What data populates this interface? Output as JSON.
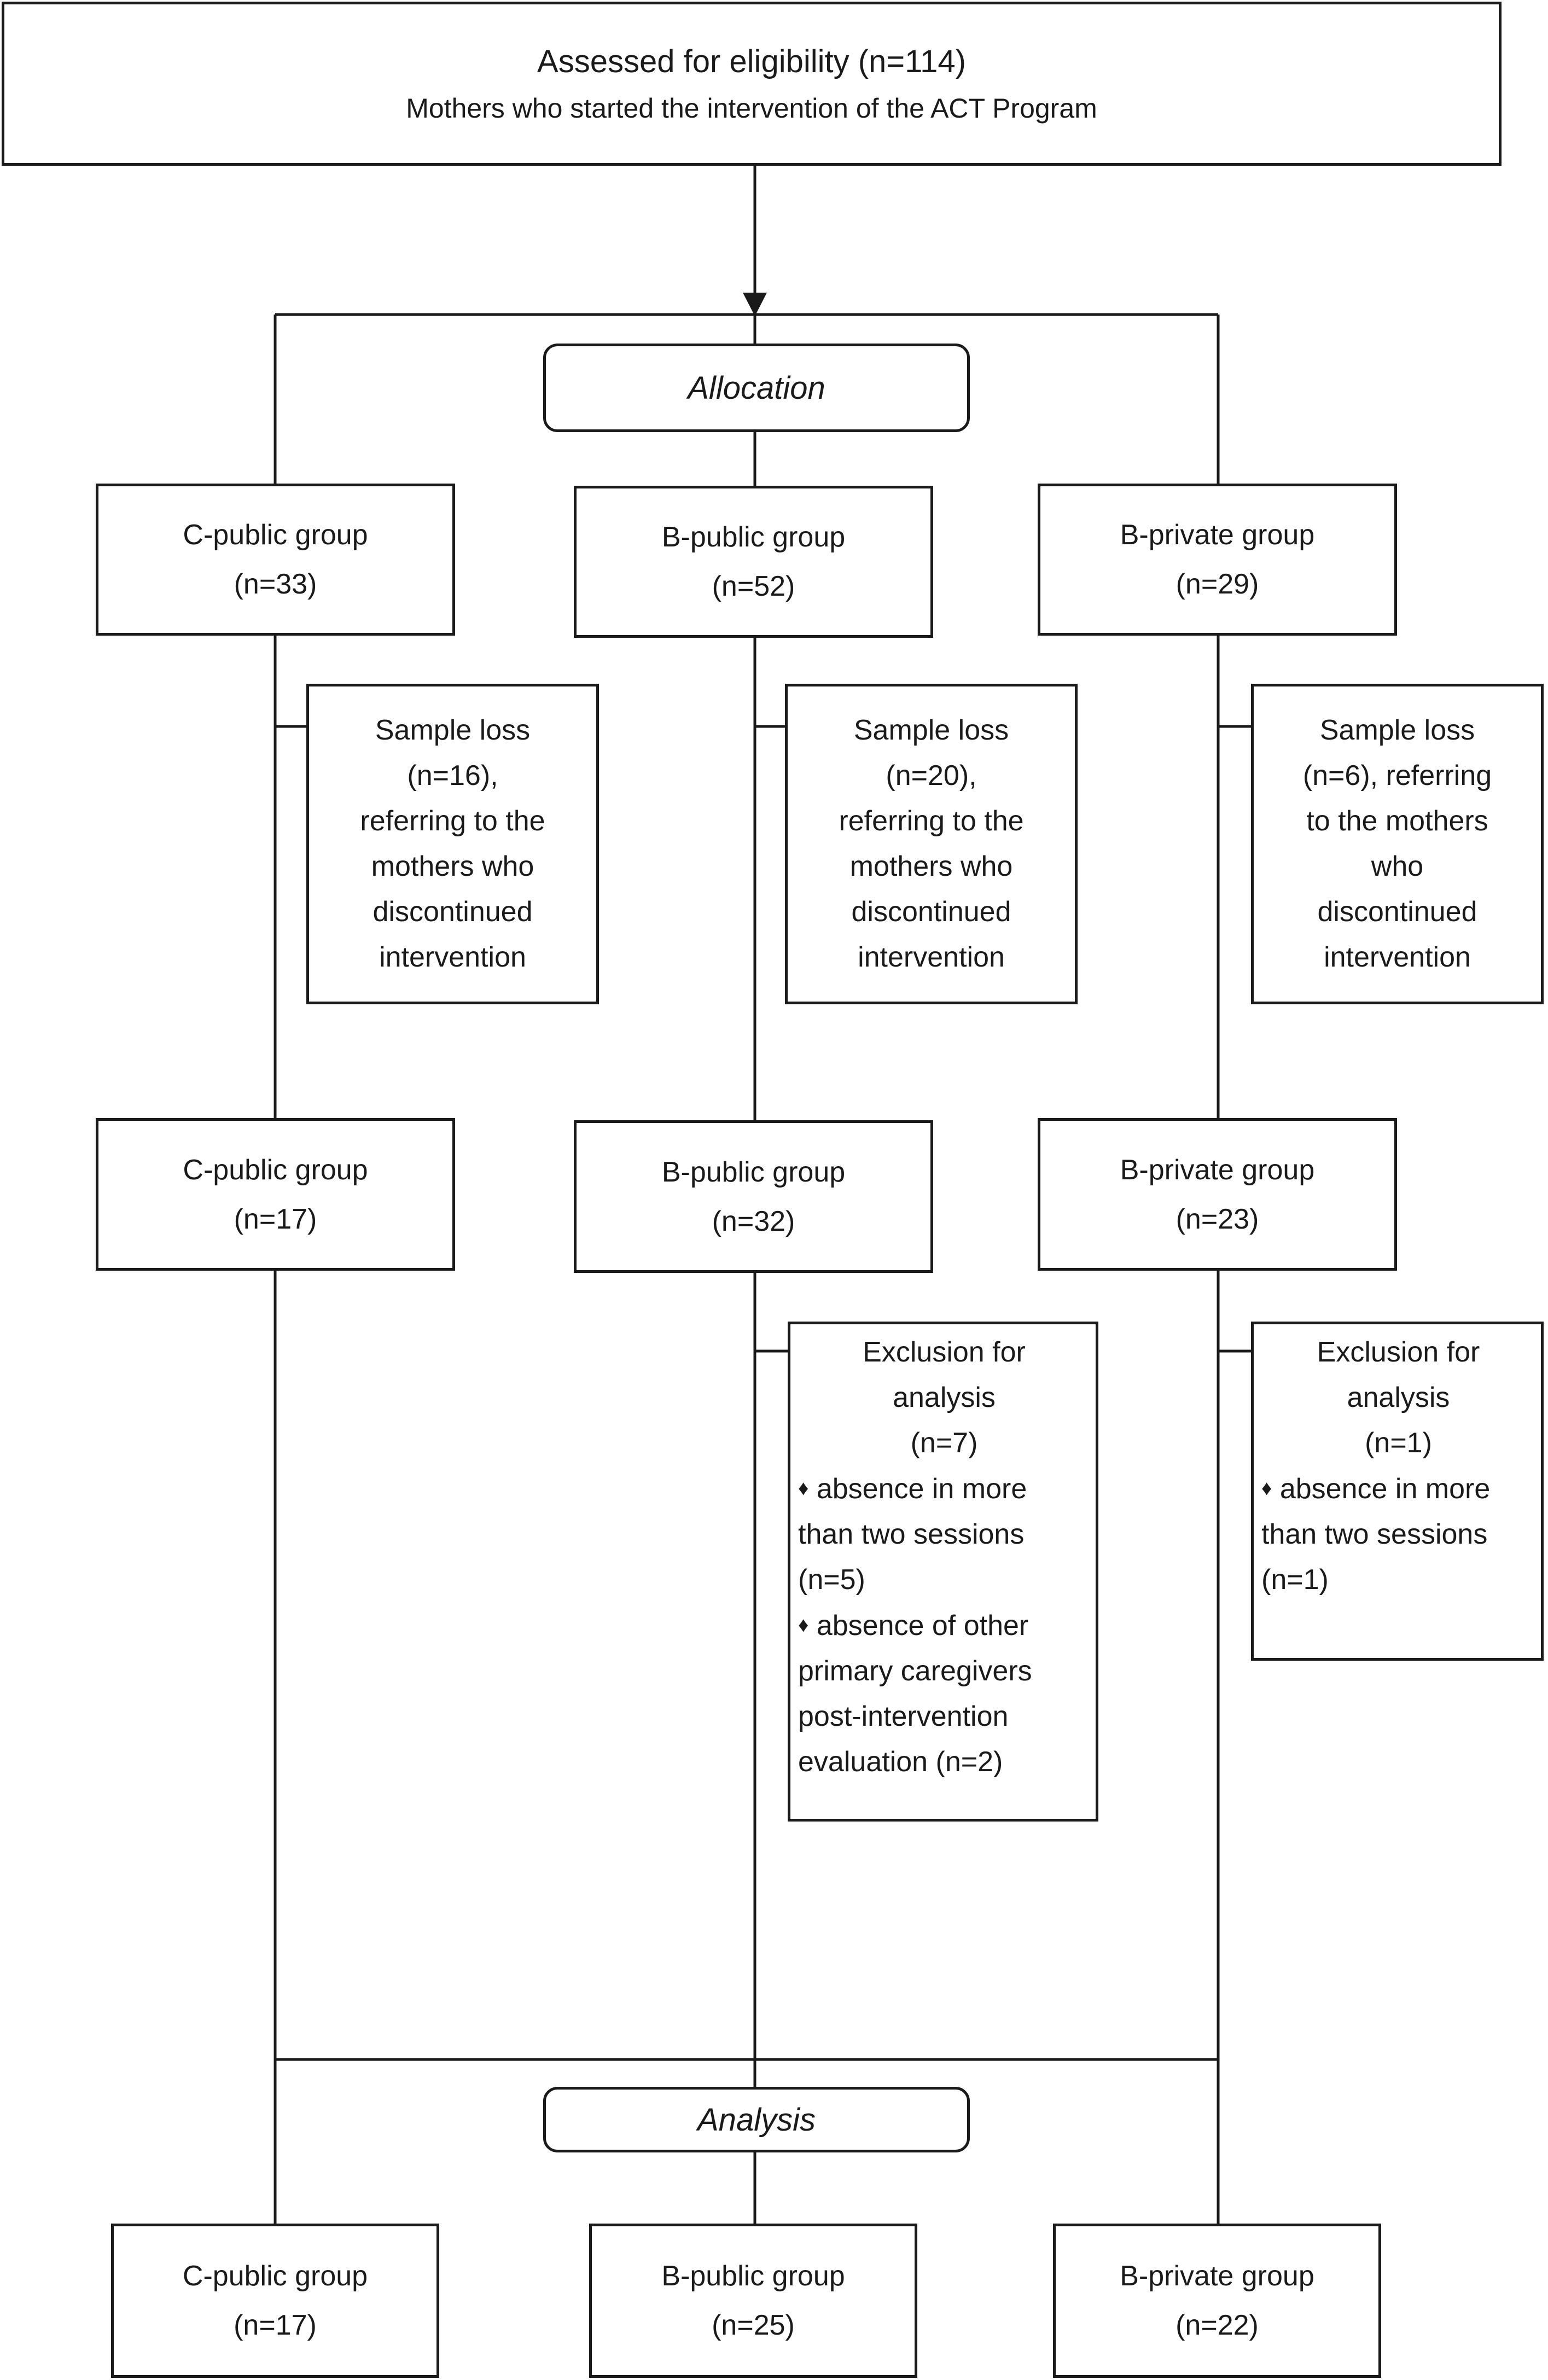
{
  "enrollment": {
    "title": "Assessed for eligibility (n=114)",
    "subtitle": "Mothers who started the intervention of the ACT Program"
  },
  "stages": {
    "allocation": "Allocation",
    "analysis": "Analysis"
  },
  "allocated": [
    {
      "group": "C-public group",
      "n": "(n=33)"
    },
    {
      "group": "B-public group",
      "n": "(n=52)"
    },
    {
      "group": "B-private group",
      "n": "(n=29)"
    }
  ],
  "sample_loss": [
    {
      "lines": [
        "Sample loss",
        "(n=16),",
        "referring to the",
        "mothers who",
        "discontinued",
        "intervention"
      ]
    },
    {
      "lines": [
        "Sample loss",
        "(n=20),",
        "referring to the",
        "mothers who",
        "discontinued",
        "intervention"
      ]
    },
    {
      "lines": [
        "Sample loss",
        "(n=6), referring",
        "to the mothers",
        "who",
        "discontinued",
        "intervention"
      ]
    }
  ],
  "after_loss": [
    {
      "group": "C-public group",
      "n": "(n=17)"
    },
    {
      "group": "B-public group",
      "n": "(n=32)"
    },
    {
      "group": "B-private group",
      "n": "(n=23)"
    }
  ],
  "exclusion_b_public": {
    "title": "Exclusion for",
    "title2": "analysis",
    "n": "(n=7)",
    "bullet_symbol": "♦",
    "item1": [
      "absence in more",
      "than two sessions",
      "(n=5)"
    ],
    "item2": [
      "absence of other",
      "primary caregivers",
      "post-intervention",
      "evaluation (n=2)"
    ]
  },
  "exclusion_b_private": {
    "title": "Exclusion for",
    "title2": "analysis",
    "n": "(n=1)",
    "bullet_symbol": "♦",
    "item1": [
      "absence in more",
      "than two sessions",
      "(n=1)"
    ]
  },
  "analyzed": [
    {
      "group": "C-public group",
      "n": "(n=17)"
    },
    {
      "group": "B-public group",
      "n": "(n=25)"
    },
    {
      "group": "B-private group",
      "n": "(n=22)"
    }
  ]
}
